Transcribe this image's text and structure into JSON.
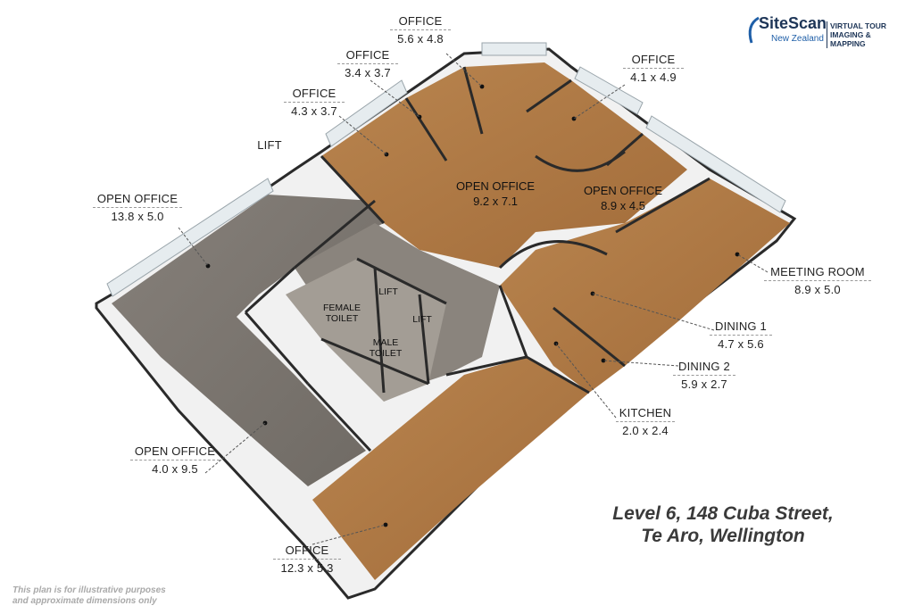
{
  "title_line1": "Level 6, 148 Cuba Street,",
  "title_line2": "Te Aro, Wellington",
  "disclaimer_line1": "This plan is for illustrative purposes",
  "disclaimer_line2": "and approximate dimensions only",
  "logo": {
    "brand": "SiteScan",
    "region": "New Zealand",
    "tag_line1": "VIRTUAL TOUR",
    "tag_line2": "IMAGING & MAPPING",
    "colors": {
      "navy": "#1d3557",
      "blue": "#1f5fa8"
    }
  },
  "rooms": {
    "office_56": {
      "name": "OFFICE",
      "dims": "5.6 x 4.8"
    },
    "office_34": {
      "name": "OFFICE",
      "dims": "3.4 x 3.7"
    },
    "office_43": {
      "name": "OFFICE",
      "dims": "4.3 x 3.7"
    },
    "office_41": {
      "name": "OFFICE",
      "dims": "4.1 x 4.9"
    },
    "lift": {
      "name": "LIFT"
    },
    "open_office_138": {
      "name": "OPEN OFFICE",
      "dims": "13.8 x 5.0"
    },
    "open_office_92": {
      "name": "OPEN OFFICE",
      "dims": "9.2 x 7.1"
    },
    "open_office_89": {
      "name": "OPEN OFFICE",
      "dims": "8.9 x 4.5"
    },
    "meeting_room": {
      "name": "MEETING ROOM",
      "dims": "8.9 x 5.0"
    },
    "dining_1": {
      "name": "DINING 1",
      "dims": "4.7 x 5.6"
    },
    "dining_2": {
      "name": "DINING 2",
      "dims": "5.9 x 2.7"
    },
    "kitchen": {
      "name": "KITCHEN",
      "dims": "2.0 x 2.4"
    },
    "open_office_40": {
      "name": "OPEN OFFICE",
      "dims": "4.0 x 9.5"
    },
    "office_123": {
      "name": "OFFICE",
      "dims": "12.3 x 5.3"
    },
    "female_toilet": {
      "line1": "FEMALE",
      "line2": "TOILET"
    },
    "male_toilet": {
      "line1": "MALE",
      "line2": "TOILET"
    },
    "lift_inner_1": {
      "name": "LIFT"
    },
    "lift_inner_2": {
      "name": "LIFT"
    }
  },
  "colors": {
    "wood_floor": "#b07a45",
    "carpet": "#7b746b",
    "tile": "#9a948c",
    "wall_top": "#2a2a2a",
    "wall_side": "#f3f3f3",
    "window": "#dfe6ea"
  }
}
